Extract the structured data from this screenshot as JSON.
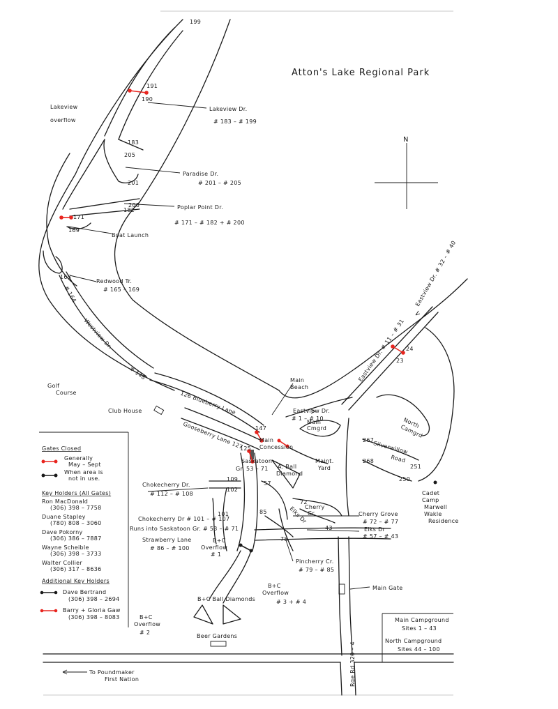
{
  "map": {
    "page_number": "199",
    "title": "Atton's Lake Regional Park",
    "north": "N",
    "labels": {
      "lakeview_overflow_1": "Lakeview",
      "lakeview_overflow_2": "overflow",
      "lakeview_dr": "Lakeview Dr.",
      "lakeview_sites": "# 183 – # 199",
      "paradise_dr": "Paradise Dr.",
      "paradise_sites": "# 201 – # 205",
      "poplar_point_dr": "Poplar Point Dr.",
      "poplar_sites": "# 171 – # 182 + # 200",
      "boat_launch": "Boat Launch",
      "redwood_tr": "Redwood Tr.",
      "redwood_sites": "# 165 – 169",
      "westview_dr": "Westview Dr.",
      "westview_sites": "# 148",
      "golf_course_1": "Golf",
      "golf_course_2": "Course",
      "club_house": "Club House",
      "blueberry_lane": "126  Blueberry Lane",
      "gooseberry_lane": "Gooseberry Lane 127",
      "main_beach_1": "Main",
      "main_beach_2": "Beach",
      "eastview_dr_lower": "Eastview Dr.",
      "eastview_lower_sites": "# 1 – # 10",
      "eastview_dr_upper": "Eastview Dr. # 11 – # 31",
      "eastview_dr_top": "Eastview Dr. # 32 – # 40",
      "main_concession_1": "Main",
      "main_concession_2": "Concession",
      "main_cmgrd_1": "Main",
      "main_cmgrd_2": "Cmgrd",
      "north_camgrd_1": "North",
      "north_camgrd_2": "Camgrd",
      "silverwillow_road_1": "Silverwillow",
      "silverwillow_road_2": "Road",
      "saskatoon_1": "Saskatoon",
      "saskatoon_2": "Gr. 53 – 71",
      "a_ball_1": "A. Ball",
      "a_ball_2": "Diamond",
      "maint_yard_1": "Maint.",
      "maint_yard_2": "Yard",
      "cadet_1": "Cadet",
      "cadet_2": "Camp",
      "cadet_3": "Marwell",
      "cadet_4": "Wakle",
      "cadet_5": "Residence",
      "chokecherry_dr": "Chokecherry Dr.",
      "chokecherry_sites": "# 112 – # 108",
      "chokecherry_dr_2": "Chokecherry Dr # 101 – # 107",
      "runs_into": "Runs into Saskatoon Gr. # 53 – # 71",
      "strawberry_lane": "Strawberry Lane",
      "strawberry_sites": "# 86 – # 100",
      "cherry_grove": "Cherry Grove",
      "cherry_grove_sites": "# 72 – # 77",
      "cherry_gr_1": "Cherry",
      "cherry_gr_2": "Gr.",
      "elks_dr_1": "Elks Dr",
      "elks_dr": "Elks Dr",
      "elks_sites": "# 57 – # 43",
      "pincherry_cr": "Pincherry Cr.",
      "pincherry_sites": "# 79 – # 85",
      "bc_overflow_1_a": "B+C",
      "bc_overflow_1_b": "Overflow",
      "bc_overflow_1_c": "# 1",
      "bc_overflow_34_a": "B+C",
      "bc_overflow_34_b": "Overflow",
      "bc_overflow_34_c": "# 3 + # 4",
      "bc_overflow_2_a": "B+C",
      "bc_overflow_2_b": "Overflow",
      "bc_overflow_2_c": "# 2",
      "bc_ball_diamonds": "B+C Ball Diamonds",
      "beer_gardens": "Beer Gardens",
      "main_gate": "Main Gate",
      "rge_rd": "Rge Rd 320 – 4",
      "to_poundmaker_1": "To Poundmaker",
      "to_poundmaker_2": "First Nation"
    },
    "site_numbers": {
      "n191": "191",
      "n190": "190",
      "n183": "183",
      "n205": "205",
      "n201": "201",
      "n200": "200",
      "n182": "182",
      "n171": "171",
      "n169": "169",
      "n165": "165",
      "n164": "# 164",
      "n147": "147",
      "n125": "125",
      "n24": "24",
      "n23": "23",
      "n267": "267",
      "n268": "268",
      "n251": "251",
      "n250": "250",
      "n109": "109",
      "n102": "102",
      "n101": "101",
      "n57": "57",
      "n85": "85",
      "n43": "43",
      "n72": "72",
      "n78": "78"
    },
    "legend": {
      "gates_closed_title": "Gates Closed",
      "red_gate_label_1": "Generally",
      "red_gate_label_2": "May – Sept",
      "black_gate_label_1": "When area is",
      "black_gate_label_2": "not in use.",
      "key_holders_title": "Key Holders (All Gates)",
      "key_holders": [
        {
          "name": "Ron MacDonald",
          "phone": "(306) 398 – 7758"
        },
        {
          "name": "Duane Stapley",
          "phone": "(780) 808 – 3060"
        },
        {
          "name": "Dave Pokorny",
          "phone": "(306) 386 – 7887"
        },
        {
          "name": "Wayne Scheible",
          "phone": "(306) 398 – 3733"
        },
        {
          "name": "Walter Collier",
          "phone": "(306) 317 – 8636"
        }
      ],
      "additional_title": "Additional Key Holders",
      "additional": [
        {
          "name": "Dave Bertrand",
          "phone": "(306) 398 – 2694"
        },
        {
          "name": "Barry + Gloria Gaw",
          "phone": "(306) 398 – 8083"
        }
      ]
    },
    "campgrounds_box": {
      "main_title": "Main Campground",
      "main_sites": "Sites 1 – 43",
      "north_title": "North Campground",
      "north_sites": "Sites 44 – 100"
    },
    "colors": {
      "ink": "#1a1a1a",
      "red_gate": "#e8251f",
      "paper": "#ffffff"
    }
  }
}
